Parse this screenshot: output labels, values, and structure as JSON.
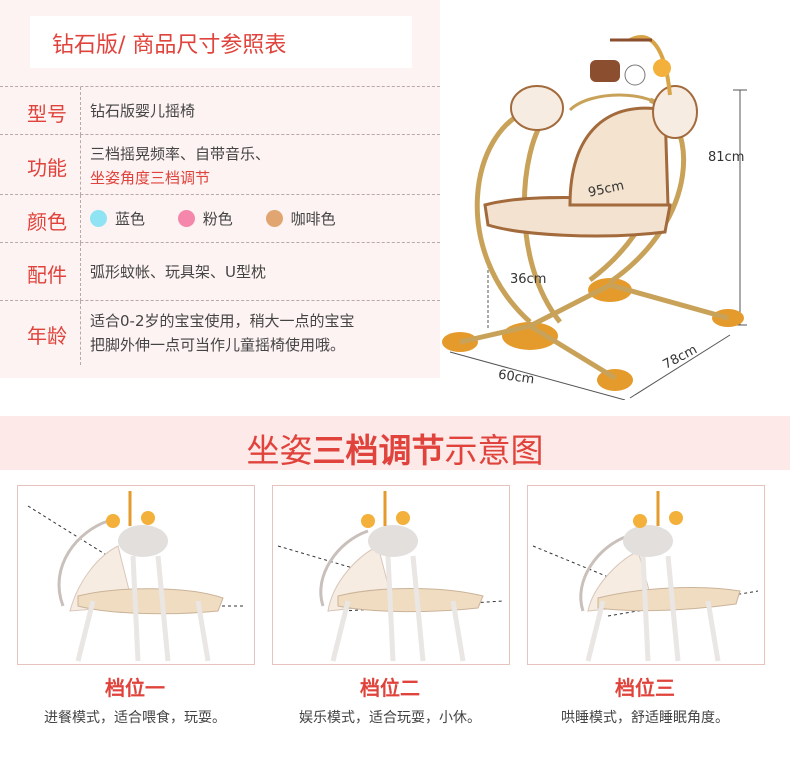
{
  "header": {
    "title": "钻石版/ 商品尺寸参照表"
  },
  "specs": {
    "model": {
      "label": "型号",
      "value": "钻石版婴儿摇椅"
    },
    "function": {
      "label": "功能",
      "line1": "三档摇晃频率、自带音乐、",
      "line2": "坐姿角度三档调节"
    },
    "color": {
      "label": "颜色",
      "options": [
        {
          "name": "蓝色",
          "hex": "#8fe3f2"
        },
        {
          "name": "粉色",
          "hex": "#f487ab"
        },
        {
          "name": "咖啡色",
          "hex": "#e0a570"
        }
      ]
    },
    "accessories": {
      "label": "配件",
      "value": "弧形蚊帐、玩具架、U型枕"
    },
    "age": {
      "label": "年龄",
      "line1": "适合0-2岁的宝宝使用，稍大一点的宝宝",
      "line2": "把脚外伸一点可当作儿童摇椅使用哦。"
    }
  },
  "dimensions": {
    "height": "81cm",
    "seat_width": "95cm",
    "seat_height": "36cm",
    "width": "60cm",
    "depth": "78cm"
  },
  "adjust": {
    "title_prefix": "坐姿",
    "title_bold": "三档调节",
    "title_suffix": "示意图",
    "positions": [
      {
        "name": "档位一",
        "desc": "进餐模式，适合喂食，玩耍。"
      },
      {
        "name": "档位二",
        "desc": "娱乐模式，适合玩耍，小休。"
      },
      {
        "name": "档位三",
        "desc": "哄睡模式，舒适睡眠角度。"
      }
    ]
  },
  "colors": {
    "accent": "#e0433c",
    "gold": "#d1a551",
    "orange": "#e59a2c"
  }
}
